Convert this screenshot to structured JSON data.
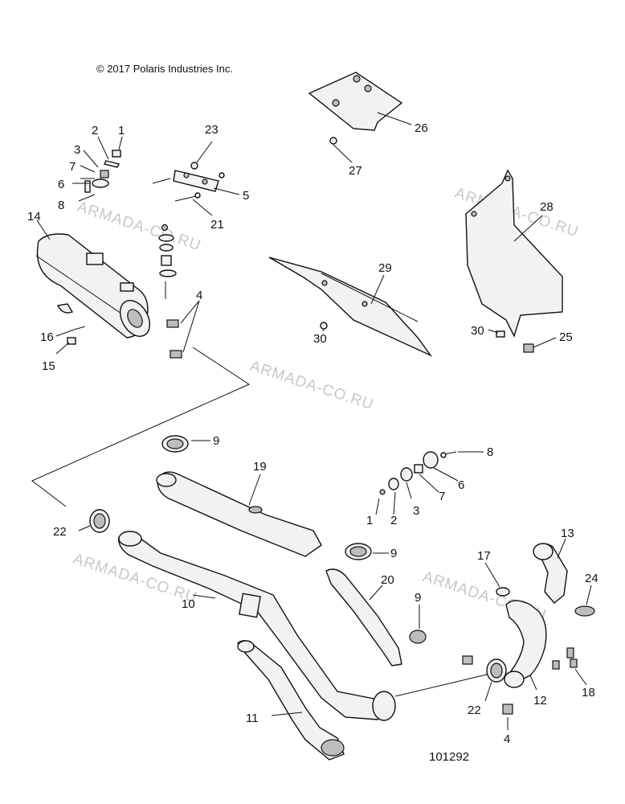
{
  "copyright": "© 2017 Polaris Industries Inc.",
  "diagram_number": "101292",
  "watermark": "ARMADA-CO.RU",
  "callouts": [
    "1",
    "2",
    "3",
    "4",
    "5",
    "6",
    "7",
    "8",
    "9",
    "10",
    "11",
    "12",
    "13",
    "14",
    "15",
    "16",
    "17",
    "18",
    "19",
    "20",
    "21",
    "22",
    "23",
    "24",
    "25",
    "26",
    "27",
    "28",
    "29",
    "30"
  ],
  "colors": {
    "line": "#111111",
    "part_fill": "#f2f2f2",
    "shade": "#bdbdbd",
    "watermark": "#c8c8c8"
  }
}
